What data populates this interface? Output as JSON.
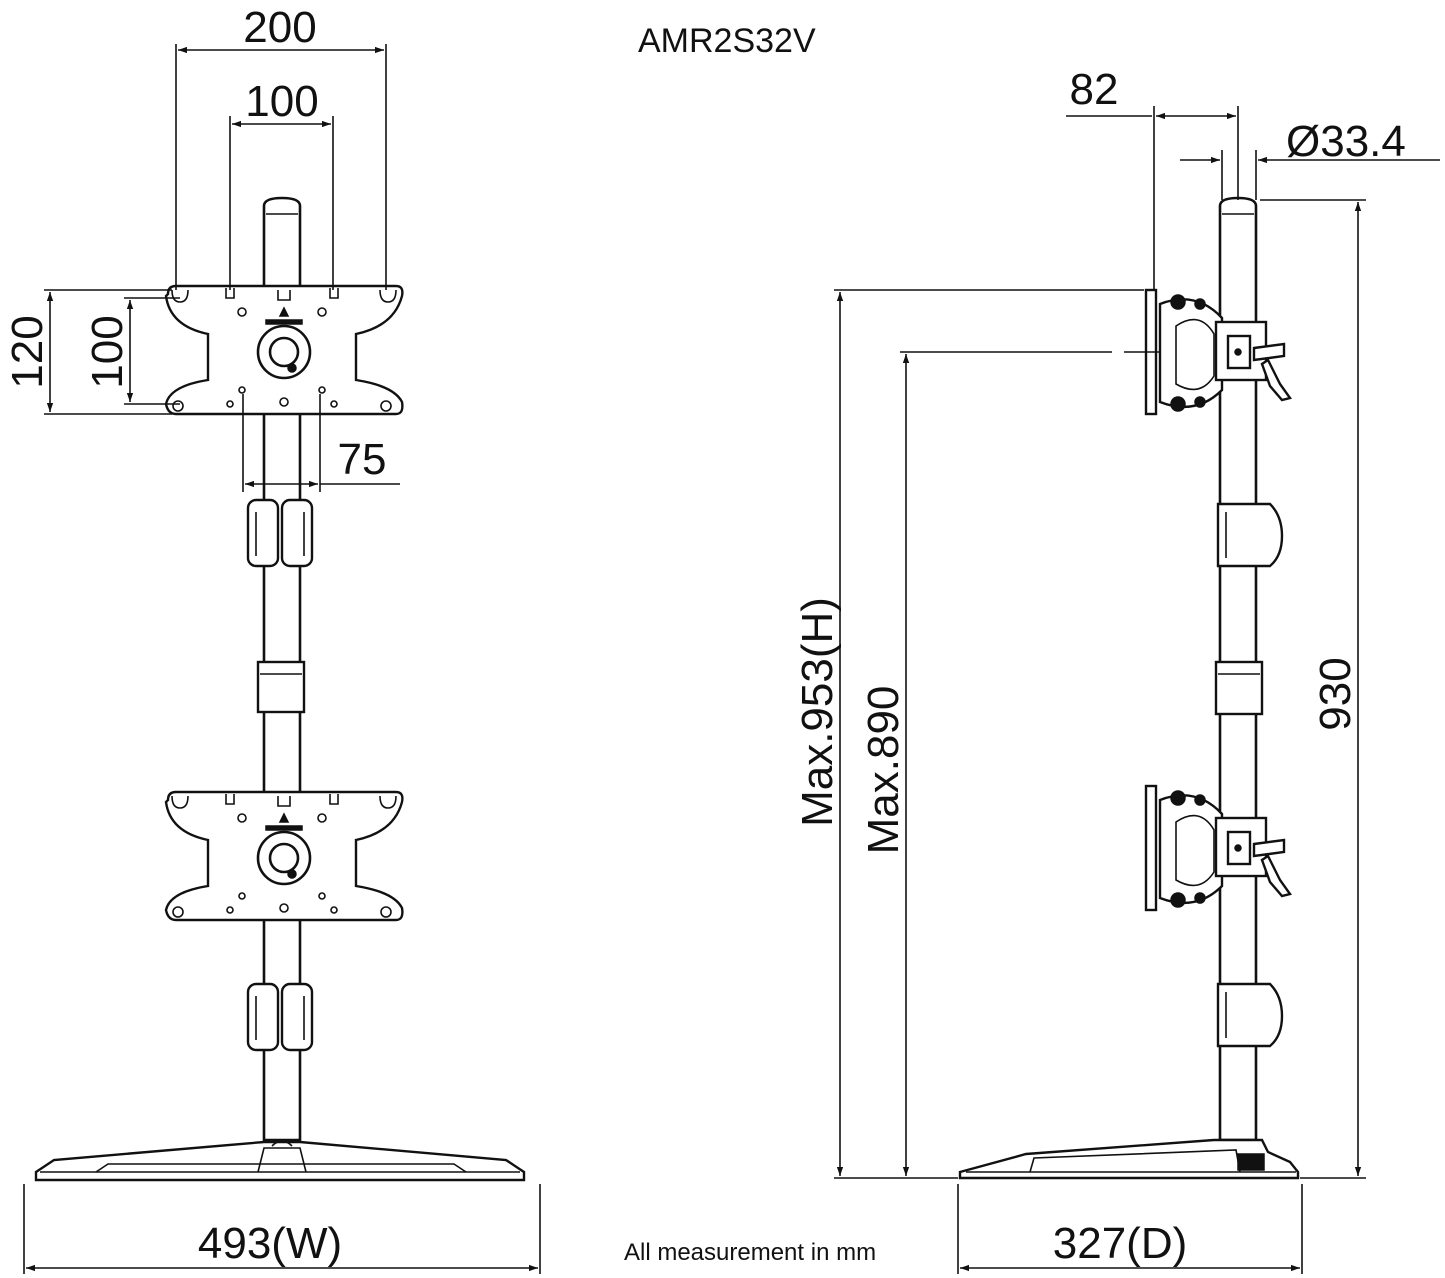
{
  "model": "AMR2S32V",
  "note": "All measurement in mm",
  "dimensions": {
    "vesa_outer_width": "200",
    "vesa_inner_width": "100",
    "vesa_outer_height": "120",
    "vesa_inner_height": "100",
    "vesa_small": "75",
    "base_width": "493(W)",
    "base_depth": "327(D)",
    "arm_offset": "82",
    "pole_diameter": "Ø33.4",
    "max_height": "Max.953(H)",
    "max_mount_height": "Max.890",
    "pole_height": "930"
  }
}
